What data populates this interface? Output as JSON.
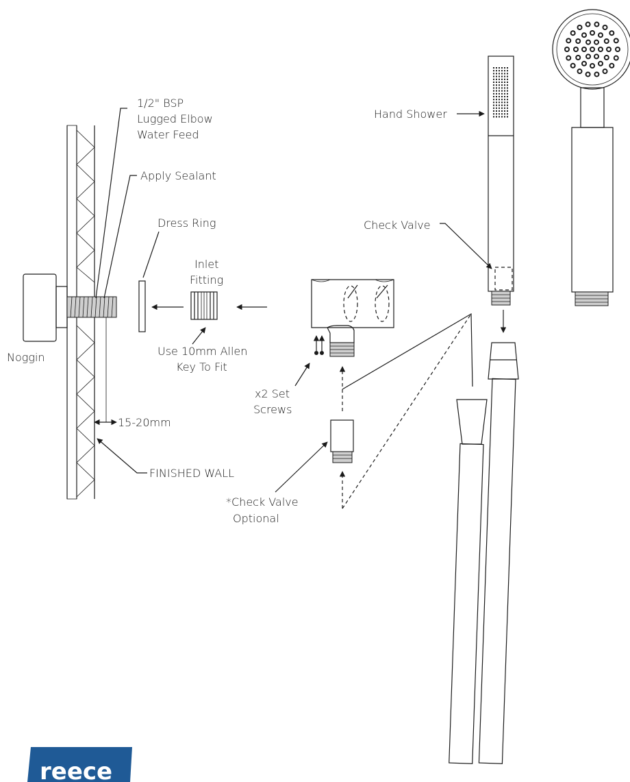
{
  "labels": {
    "bsp_line1": "1/2\" BSP",
    "bsp_line2": "Lugged Elbow",
    "bsp_line3": "Water Feed",
    "apply_sealant": "Apply Sealant",
    "dress_ring": "Dress Ring",
    "inlet_line1": "Inlet",
    "inlet_line2": "Fitting",
    "allen_line1": "Use 10mm Allen",
    "allen_line2": "Key To Fit",
    "noggin": "Noggin",
    "gap": "15-20mm",
    "finished_wall": "FINISHED WALL",
    "set_screws_line1": "x2 Set",
    "set_screws_line2": "Screws",
    "check_valve_opt_line1": "*Check Valve",
    "check_valve_opt_line2": "Optional",
    "hand_shower": "Hand Shower",
    "check_valve": "Check Valve"
  },
  "logo": {
    "text": "reece",
    "color": "#1f5a96"
  }
}
